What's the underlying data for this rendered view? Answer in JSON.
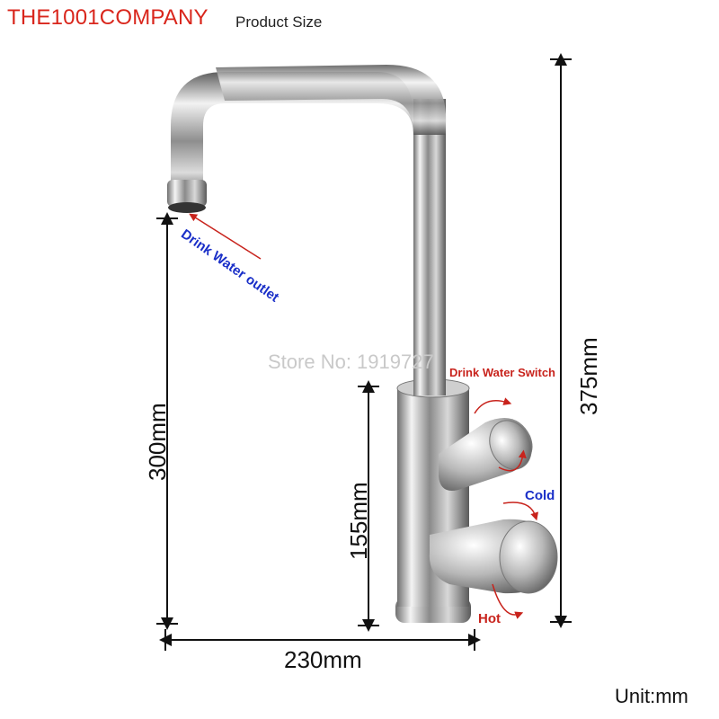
{
  "header": {
    "brand": "THE1001COMPANY",
    "subtitle": "Product Size"
  },
  "dimensions": {
    "total_height": "375mm",
    "spout_height": "300mm",
    "body_height": "155mm",
    "reach": "230mm"
  },
  "callouts": {
    "outlet": "Drink Water outlet",
    "switch": "Drink Water Switch",
    "cold": "Cold",
    "hot": "Hot"
  },
  "watermark": "Store No: 1919727",
  "unit": "Unit:mm",
  "colors": {
    "brand": "#d9261c",
    "callout_blue": "#1a2fc8",
    "callout_red": "#c8231c"
  }
}
